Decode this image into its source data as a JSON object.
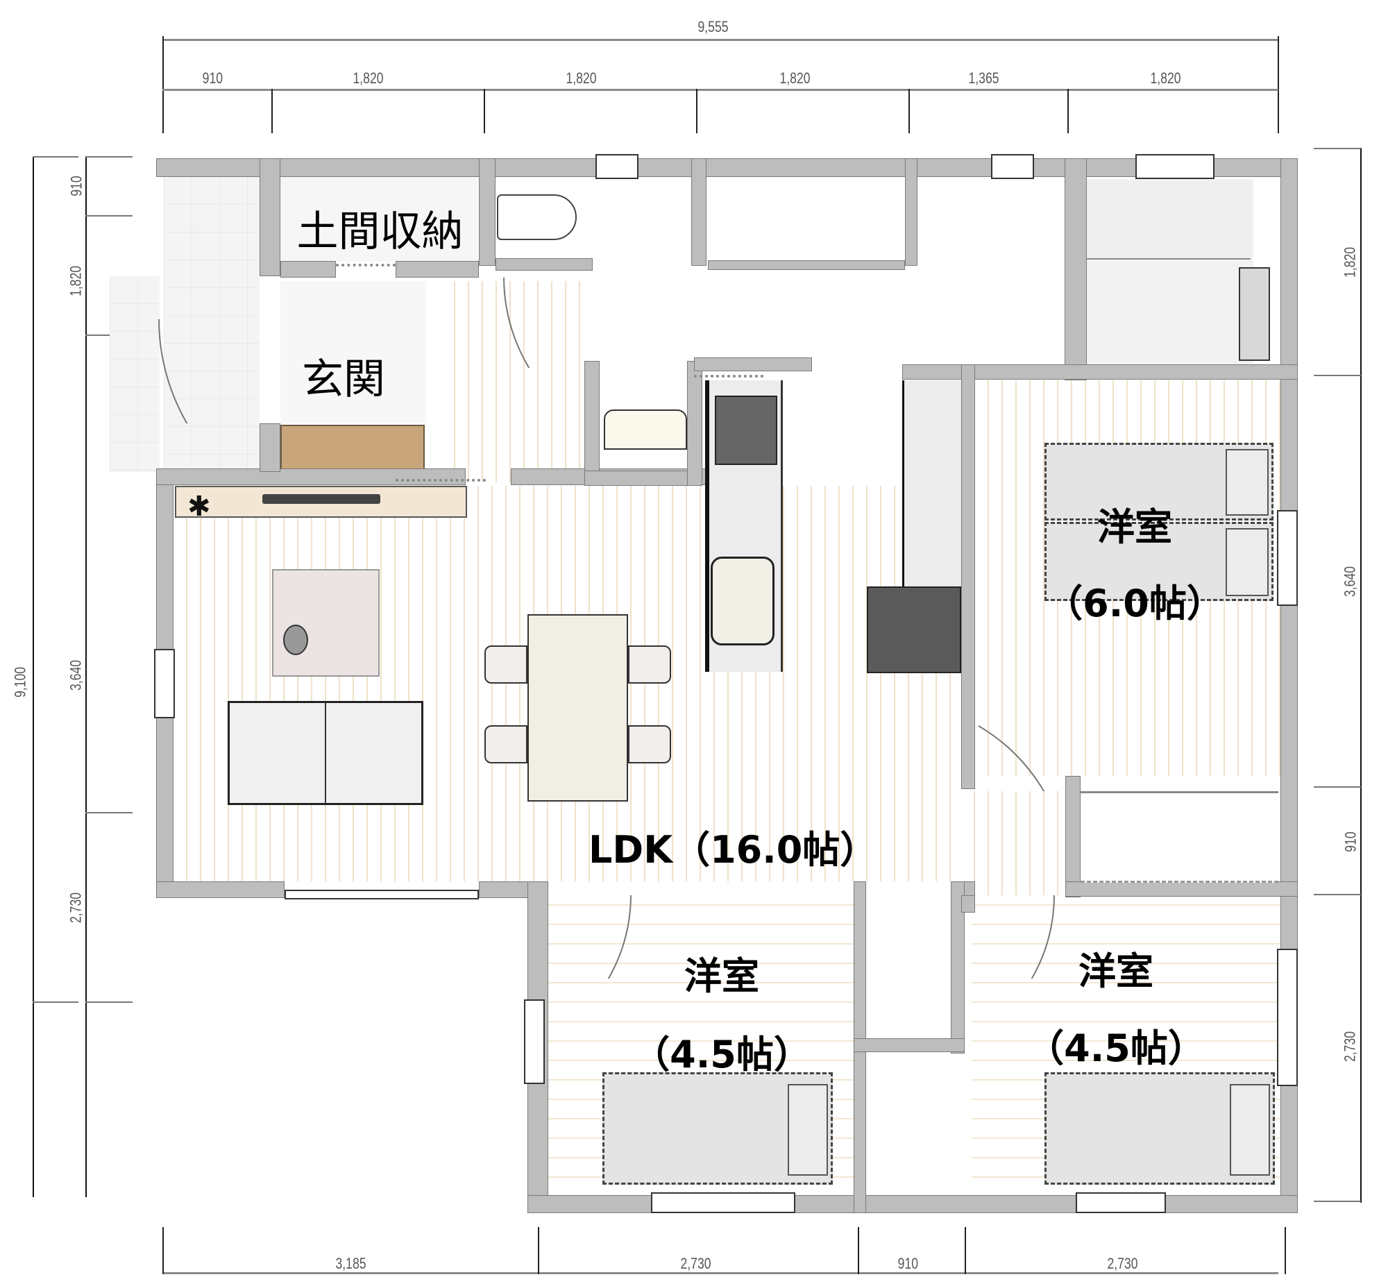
{
  "plan": {
    "overall_width_label": "9,555",
    "overall_depth_label": "9,100",
    "top_dimensions": [
      "910",
      "1,820",
      "1,820",
      "1,820",
      "1,365",
      "1,820"
    ],
    "bottom_dimensions": [
      "3,185",
      "2,730",
      "910",
      "2,730"
    ],
    "left_dimensions": [
      "910",
      "1,820",
      "3,640",
      "2,730"
    ],
    "right_dimensions": [
      "1,820",
      "3,640",
      "910",
      "2,730"
    ]
  },
  "rooms": {
    "doma_storage": {
      "label": "土間収納"
    },
    "entrance": {
      "label": "玄関"
    },
    "ldk": {
      "label": "LDK（16.0帖）"
    },
    "bedroom_east": {
      "label": "洋室",
      "area": "（6.0帖）"
    },
    "bedroom_south_west": {
      "label": "洋室",
      "area": "（4.5帖）"
    },
    "bedroom_south_east": {
      "label": "洋室",
      "area": "（4.5帖）"
    }
  },
  "colors": {
    "wall": "#bdbdbd",
    "floor_line": "#efe2c8",
    "shoe_cabinet": "#c8a57a",
    "tv_board": "#f3e6d4",
    "stove": "#666666",
    "fridge": "#5a5a5a",
    "bed": "#e4e4e4"
  }
}
